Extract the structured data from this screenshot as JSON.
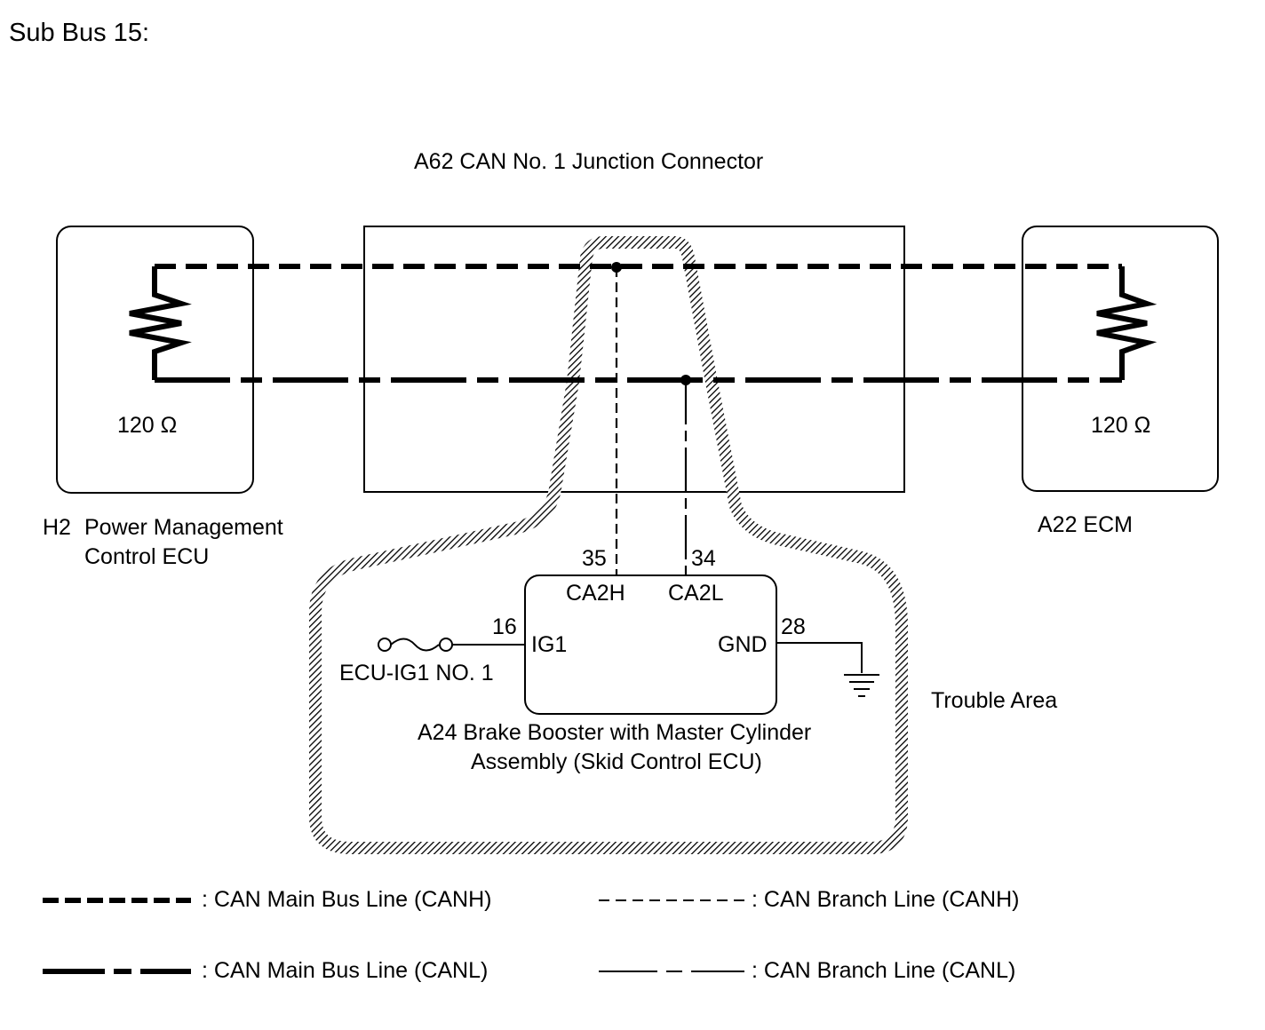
{
  "title": "Sub Bus 15:",
  "junction": {
    "label": "A62  CAN No. 1 Junction Connector"
  },
  "left_ecu": {
    "resistance": "120 Ω",
    "code": "H2",
    "name_line1": "Power Management",
    "name_line2": "Control ECU"
  },
  "right_ecu": {
    "resistance": "120 Ω",
    "name": "A22 ECM"
  },
  "skid_ecu": {
    "name_line1": "A24 Brake Booster with Master Cylinder",
    "name_line2": "Assembly (Skid Control ECU)",
    "pins": {
      "ca2h_number": "35",
      "ca2h_label": "CA2H",
      "ca2l_number": "34",
      "ca2l_label": "CA2L",
      "ig1_number": "16",
      "ig1_label": "IG1",
      "gnd_number": "28",
      "gnd_label": "GND"
    }
  },
  "fuse_label": "ECU-IG1 NO. 1",
  "trouble_area_label": "Trouble Area",
  "legend": {
    "main_canh": ": CAN Main Bus Line (CANH)",
    "branch_canh": ": CAN Branch Line (CANH)",
    "main_canl": ": CAN Main Bus Line (CANL)",
    "branch_canl": ": CAN Branch Line (CANL)"
  }
}
